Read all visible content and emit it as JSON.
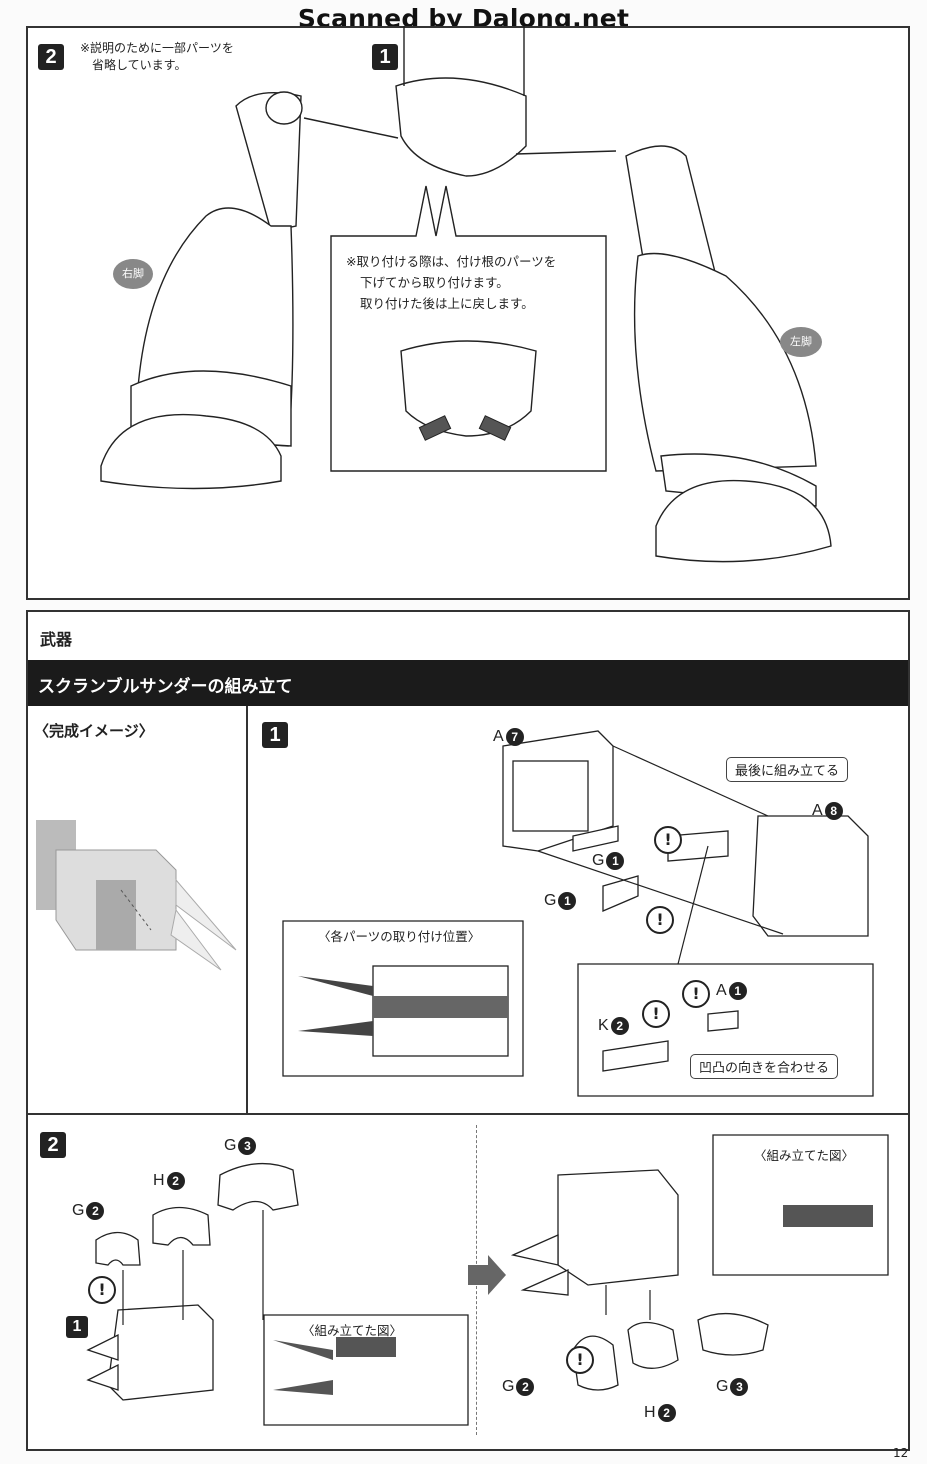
{
  "watermark": "Scanned by Dalong.net",
  "top": {
    "step2": "2",
    "step2_note": [
      "※説明のために一部パーツを",
      "省略しています。"
    ],
    "step1": "1",
    "callout_text": [
      "※取り付ける際は、付け根のパーツを",
      "下げてから取り付けます。",
      "取り付けた後は上に戻します。"
    ],
    "right_leg": "右脚",
    "left_leg": "左脚"
  },
  "weapons": {
    "section": "武器",
    "bar_title": "スクランブルサンダーの組み立て",
    "complete_image": "〈完成イメージ〉",
    "step1": "1",
    "step2": "2",
    "parts": {
      "a7": "A",
      "a7n": "7",
      "a8": "A",
      "a8n": "8",
      "g1a": "G",
      "g1an": "1",
      "g1b": "G",
      "g1bn": "1",
      "a1": "A",
      "a1n": "1",
      "k2": "K",
      "k2n": "2",
      "g3": "G",
      "g3n": "3",
      "h2": "H",
      "h2n": "2",
      "g2": "G",
      "g2n": "2",
      "r_g2": "G",
      "r_g2n": "2",
      "r_h2": "H",
      "r_h2n": "2",
      "r_g3": "G",
      "r_g3n": "3",
      "bottom1": "1"
    },
    "tag_last": "最後に組み立てる",
    "callout_positions": "〈各パーツの取り付け位置〉",
    "tag_align": "凹凸の向きを合わせる",
    "assembled_a": "〈組み立てた図〉",
    "assembled_b": "〈組み立てた図〉",
    "caution": "!"
  },
  "page_number": "12"
}
